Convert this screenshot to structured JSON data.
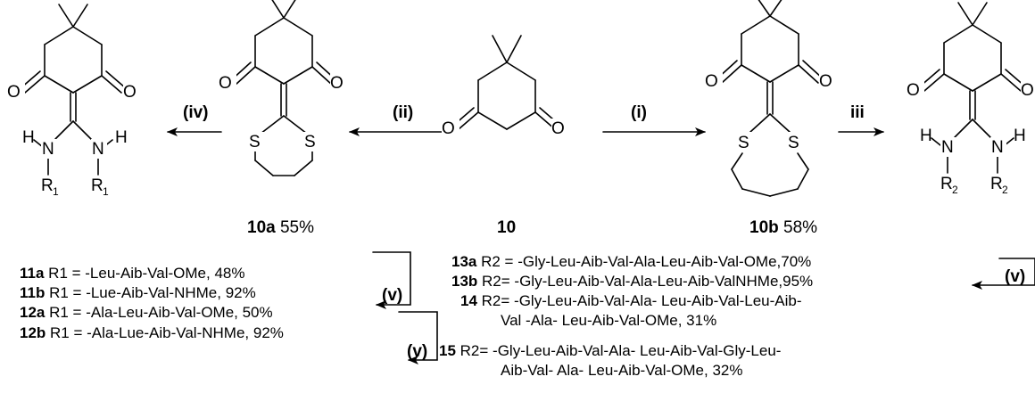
{
  "compounds": {
    "c10": {
      "label": "10",
      "yield": ""
    },
    "c10a": {
      "label": "10a",
      "yield": "55%"
    },
    "c10b": {
      "label": "10b",
      "yield": "58%"
    }
  },
  "atoms": {
    "O": "O",
    "S": "S",
    "N": "N",
    "H": "H",
    "R": "R",
    "sub1": "1",
    "sub2": "2"
  },
  "conditions": {
    "i": "(i)",
    "ii": "(ii)",
    "iii": "iii",
    "iv": "(iv)",
    "v": "(v)"
  },
  "left_list": [
    {
      "id": "11a",
      "text": " R1 = -Leu-Aib-Val-OMe, 48%"
    },
    {
      "id": "11b",
      "text": " R1 = -Lue-Aib-Val-NHMe, 92%"
    },
    {
      "id": "12a",
      "text": " R1 = -Ala-Leu-Aib-Val-OMe, 50%"
    },
    {
      "id": "12b",
      "text": " R1 = -Ala-Lue-Aib-Val-NHMe, 92%"
    }
  ],
  "right_list": [
    {
      "id": "13a",
      "text": " R2 = -Gly-Leu-Aib-Val-Ala-Leu-Aib-Val-OMe,70%"
    },
    {
      "id": "13b",
      "text": " R2= -Gly-Leu-Aib-Val-Ala-Leu-Aib-ValNHMe,95%"
    },
    {
      "id": "14",
      "text": " R2= -Gly-Leu-Aib-Val-Ala- Leu-Aib-Val-Leu-Aib-"
    },
    {
      "id": "",
      "text": "Val -Ala- Leu-Aib-Val-OMe, 31%"
    },
    {
      "id": "15",
      "text": " R2= -Gly-Leu-Aib-Val-Ala- Leu-Aib-Val-Gly-Leu-"
    },
    {
      "id": "",
      "text": "Aib-Val- Ala- Leu-Aib-Val-OMe, 32%"
    }
  ]
}
